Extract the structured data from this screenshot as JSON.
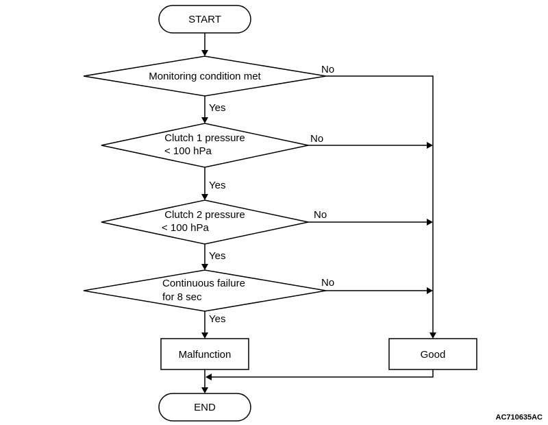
{
  "flowchart": {
    "start_label": "START",
    "end_label": "END",
    "decisions": [
      {
        "lines": [
          "Monitoring condition met"
        ],
        "yes_label": "Yes",
        "no_label": "No"
      },
      {
        "lines": [
          "Clutch 1 pressure",
          "< 100 hPa"
        ],
        "yes_label": "Yes",
        "no_label": "No"
      },
      {
        "lines": [
          "Clutch 2 pressure",
          "< 100 hPa"
        ],
        "yes_label": "Yes",
        "no_label": "No"
      },
      {
        "lines": [
          "Continuous failure",
          "for 8 sec"
        ],
        "yes_label": "Yes",
        "no_label": "No"
      }
    ],
    "malfunction_label": "Malfunction",
    "good_label": "Good"
  },
  "figure_ref": "AC710635AC"
}
